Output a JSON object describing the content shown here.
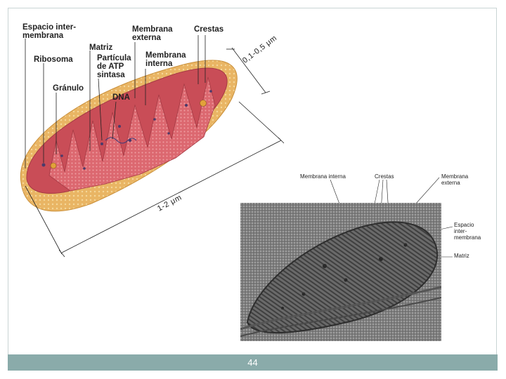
{
  "diagram_labels": {
    "espacio_intermembrana": "Espacio inter-\nmembrana",
    "ribosoma": "Ribosoma",
    "granulo": "Gránulo",
    "matriz": "Matriz",
    "particula_atp": "Partícula\nde ATP\nsintasa",
    "dna": "DNA",
    "membrana_externa": "Membrana\nexterna",
    "membrana_interna": "Membrana\ninterna",
    "crestas": "Crestas",
    "dim_width": "0,1-0,5 μm",
    "dim_length": "1-2 μm"
  },
  "micrograph_labels": {
    "membrana_interna": "Membrana interna",
    "crestas": "Crestas",
    "membrana_externa": "Membrana\nexterna",
    "espacio_intermembrana": "Espacio\ninter-\nmembrana",
    "matriz": "Matriz"
  },
  "footer": {
    "page_number": "44"
  },
  "colors": {
    "footer_bar": "#8aabaa",
    "outer_membrane": "#e8b75a",
    "inner_membrane": "#d9606a"
  }
}
